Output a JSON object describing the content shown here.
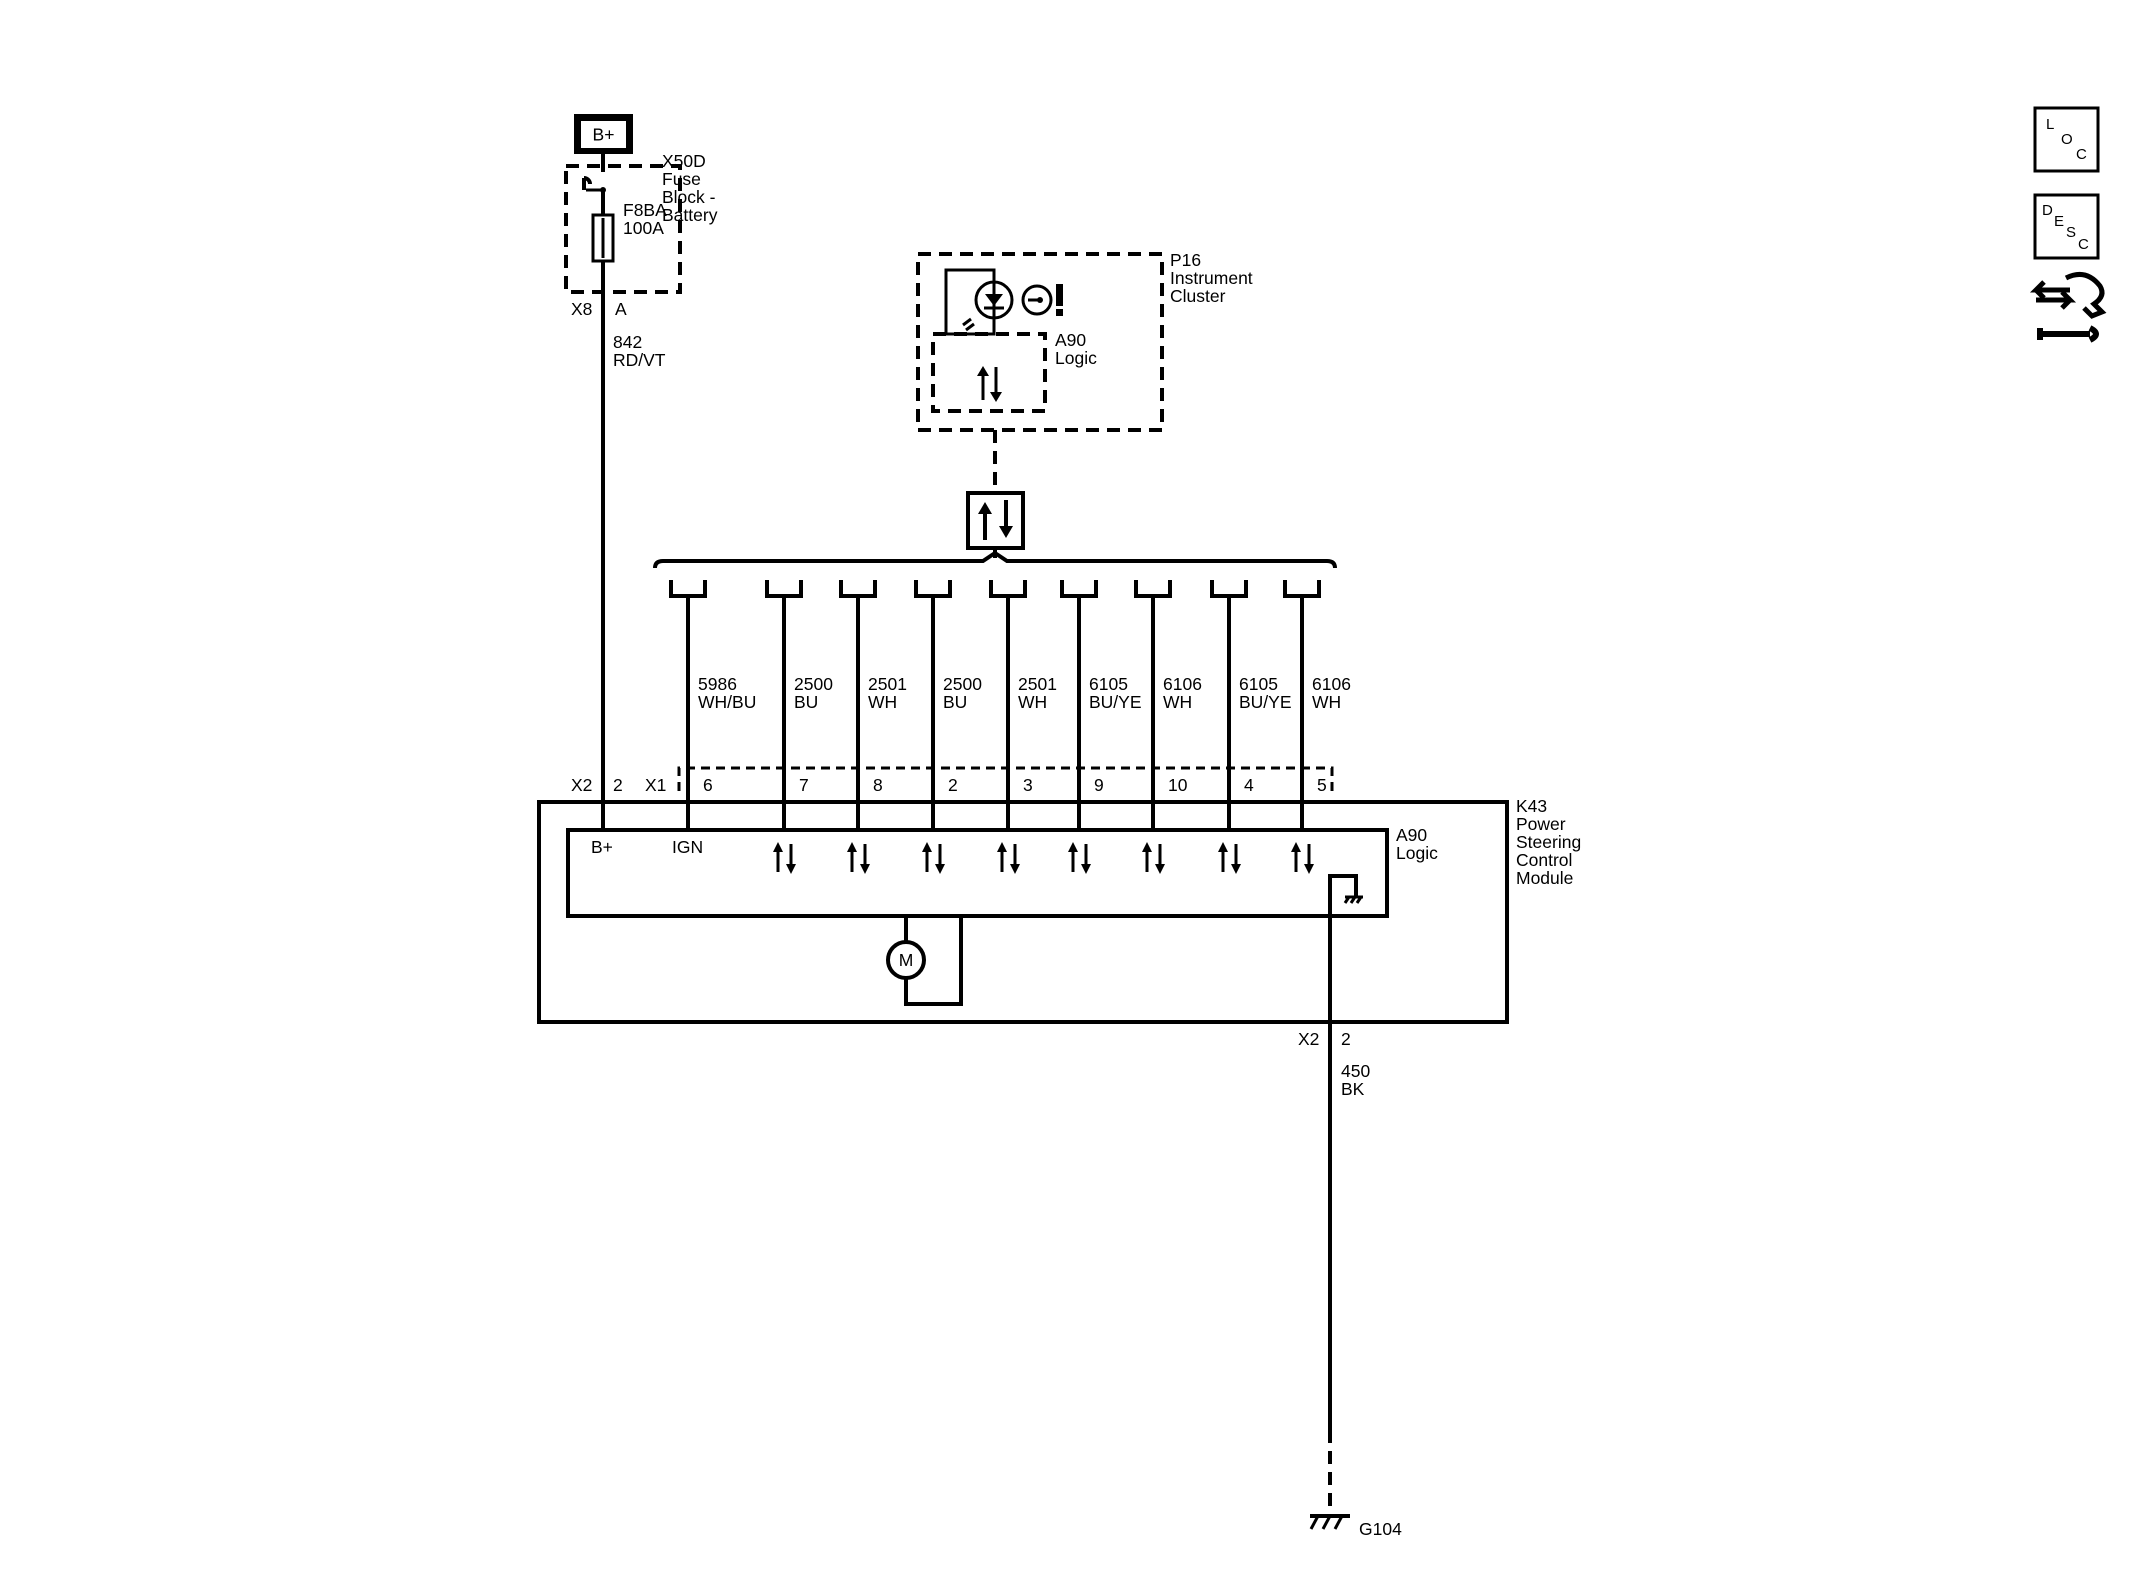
{
  "battery": {
    "label": "B+"
  },
  "fuse_block": {
    "name": [
      "X50D",
      "Fuse",
      "Block -",
      "Battery"
    ],
    "fuse": [
      "F8BA",
      "100A"
    ],
    "connector": "X8",
    "pin": "A"
  },
  "feed_wire": {
    "circuit": "842",
    "color": "RD/VT"
  },
  "instrument_cluster": {
    "name": [
      "P16",
      "Instrument",
      "Cluster"
    ],
    "logic": [
      "A90",
      "Logic"
    ]
  },
  "data_lines": [
    {
      "circuit": "5986",
      "color": "WH/BU",
      "pin": "6"
    },
    {
      "circuit": "2500",
      "color": "BU",
      "pin": "7"
    },
    {
      "circuit": "2501",
      "color": "WH",
      "pin": "8"
    },
    {
      "circuit": "2500",
      "color": "BU",
      "pin": "2"
    },
    {
      "circuit": "2501",
      "color": "WH",
      "pin": "3"
    },
    {
      "circuit": "6105",
      "color": "BU/YE",
      "pin": "9"
    },
    {
      "circuit": "6106",
      "color": "WH",
      "pin": "10"
    },
    {
      "circuit": "6105",
      "color": "BU/YE",
      "pin": "4"
    },
    {
      "circuit": "6106",
      "color": "WH",
      "pin": "5"
    }
  ],
  "module": {
    "name": [
      "K43",
      "Power",
      "Steering",
      "Control",
      "Module"
    ],
    "logic": [
      "A90",
      "Logic"
    ],
    "b_plus_label": "B+",
    "ign_label": "IGN",
    "motor_label": "M",
    "x2_connector": "X2",
    "x2_pin": "2",
    "x1_connector": "X1",
    "ground_connector": "X2",
    "ground_pin": "2"
  },
  "ground_wire": {
    "circuit": "450",
    "color": "BK"
  },
  "ground": {
    "label": "G104"
  },
  "side_buttons": {
    "loc": [
      "L",
      "O",
      "C"
    ],
    "desc": [
      "D",
      "E",
      "S",
      "C"
    ],
    "icon": "connector-repair-icon"
  }
}
